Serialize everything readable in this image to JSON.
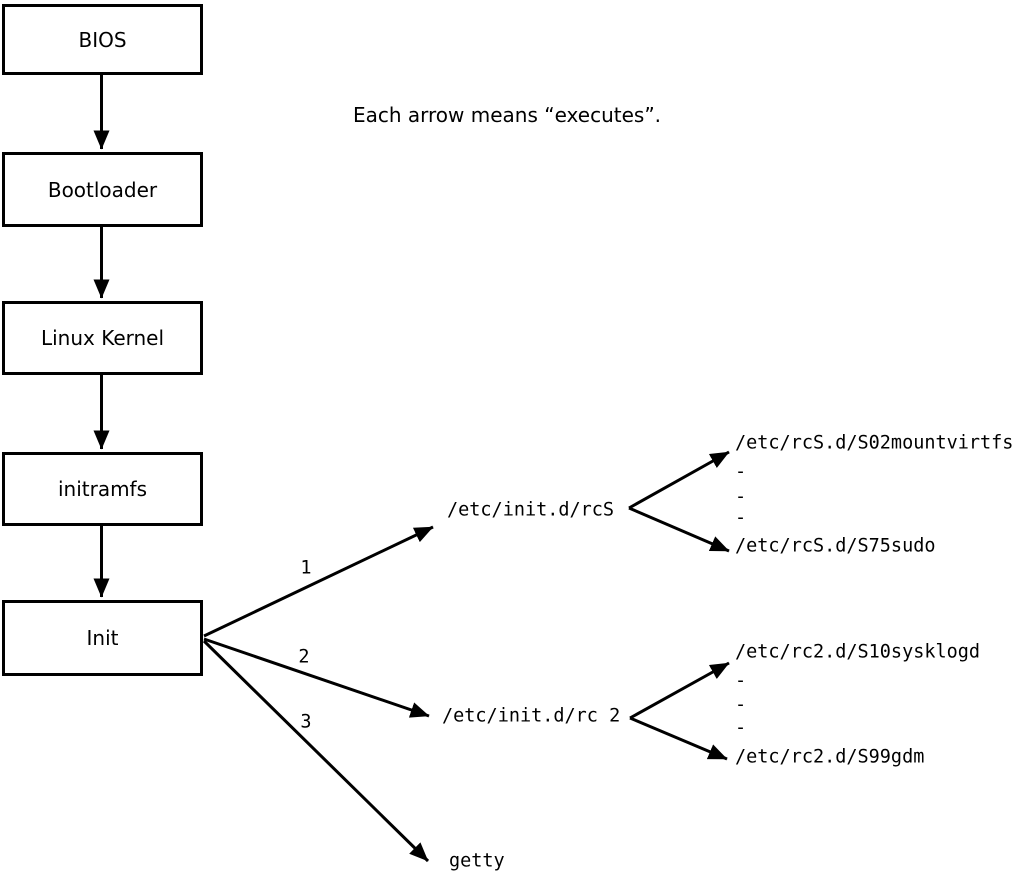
{
  "caption": "Each arrow means “executes”.",
  "boot_sequence": [
    {
      "label": "BIOS"
    },
    {
      "label": "Bootloader"
    },
    {
      "label": "Linux Kernel"
    },
    {
      "label": "initramfs"
    },
    {
      "label": "Init"
    }
  ],
  "init_branches": [
    {
      "order": "1",
      "target": "/etc/init.d/rcS"
    },
    {
      "order": "2",
      "target": "/etc/init.d/rc 2"
    },
    {
      "order": "3",
      "target": "getty"
    }
  ],
  "rcS_scripts": {
    "first": "/etc/rcS.d/S02mountvirtfs",
    "ellipsis": [
      "-",
      "-",
      "-"
    ],
    "last": "/etc/rcS.d/S75sudo"
  },
  "rc2_scripts": {
    "first": "/etc/rc2.d/S10sysklogd",
    "ellipsis": [
      "-",
      "-",
      "-"
    ],
    "last": "/etc/rc2.d/S99gdm"
  },
  "colors": {
    "ink": "#000000",
    "background": "#ffffff"
  }
}
